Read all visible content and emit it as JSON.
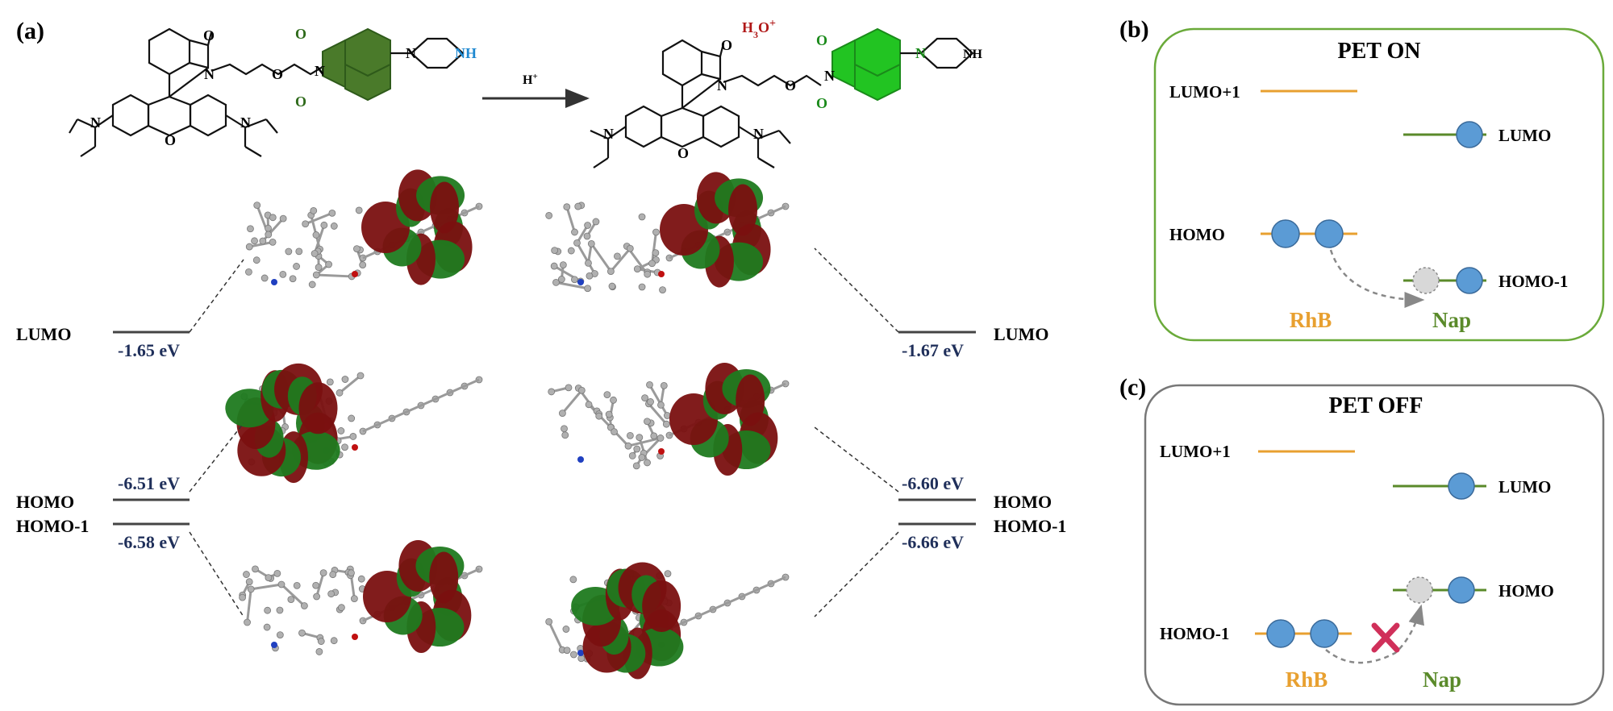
{
  "panel_a": {
    "label": "(a)",
    "reaction_label": "H",
    "reaction_sup": "+",
    "hydronium": {
      "base": "H",
      "sub": "3",
      "o": "O",
      "sup": "+"
    },
    "nh_label": "NH",
    "left_levels": [
      {
        "name": "LUMO",
        "energy": "-1.65 eV"
      },
      {
        "name": "HOMO",
        "energy": "-6.51 eV"
      },
      {
        "name": "HOMO-1",
        "energy": "-6.58 eV"
      }
    ],
    "right_levels": [
      {
        "name": "LUMO",
        "energy": "-1.67 eV"
      },
      {
        "name": "HOMO",
        "energy": "-6.60 eV"
      },
      {
        "name": "HOMO-1",
        "energy": "-6.66 eV"
      }
    ]
  },
  "panel_b": {
    "label": "(b)",
    "title": "PET ON",
    "lumo1": "LUMO+1",
    "lumo": "LUMO",
    "homo": "HOMO",
    "homo1": "HOMO-1",
    "rhb": "RhB",
    "nap": "Nap"
  },
  "panel_c": {
    "label": "(c)",
    "title": "PET OFF",
    "lumo1": "LUMO+1",
    "lumo": "LUMO",
    "homo": "HOMO",
    "homo1": "HOMO-1",
    "rhb": "RhB",
    "nap": "Nap"
  },
  "colors": {
    "rhb_orange": "#e8a030",
    "nap_green": "#5a8a2a",
    "electron_blue": "#5b9bd5",
    "lobe_red": "#7a1010",
    "lobe_green": "#1f7a1f",
    "energy_navy": "#1f2f5a",
    "cross_red": "#d0305a"
  }
}
